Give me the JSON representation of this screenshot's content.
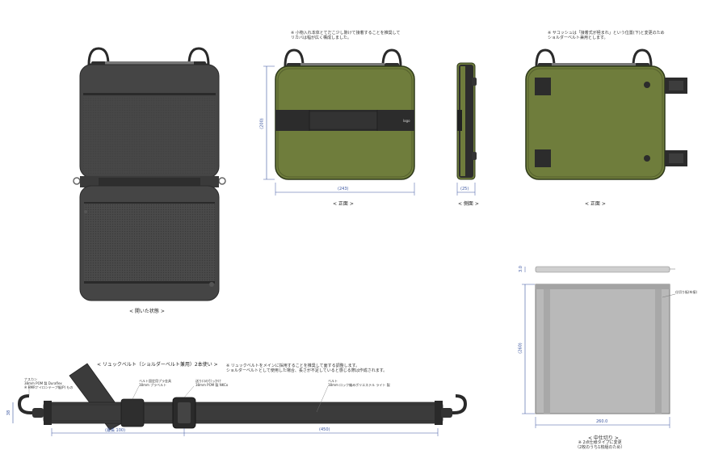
{
  "captions": {
    "open_view": "< 開いた状態 >",
    "front_view": "< 正面 >",
    "side_view": "< 側面 >",
    "back_view": "< 正面 >",
    "strap_title": "< リュックベルト（ショルダーベルト兼用）2本使い >",
    "divider_view": "< 中仕切り >"
  },
  "notes": {
    "front_note": "※ 小物入れ本体とてだこ少し隙けて接着することを推奨して\nリカバは幅が広く構成しました。",
    "back_note": "※ サコッシュは「接着式が極まれ」という位置(下)と変更のため\nショルダーベルト兼用とします。",
    "strap_note": "※ リュックベルトをメインに採用することを推奨して面する調整します。\nショルダーベルトとして使用した場合、長さが不足していると感じる際は作成されます。",
    "divider_note": "※ 2点仕様タイプに変更\n（2枚のうち1枚組のため）"
  },
  "logo_text": "logo",
  "dimensions": {
    "front_height": "(200)",
    "front_width": "(243)",
    "side_width": "(25)",
    "divider_height": "(260)",
    "divider_width": "260.0",
    "divider_thickness": "3.0",
    "strap_height": "38",
    "strap_min": "(最長 100)",
    "strap_length": "(450)"
  },
  "strap_labels": {
    "hook": "ナスカン\n38mm POM 製 Duraflex\n※ HMRナイロンテープ幅(P) もの",
    "buckle": "ベルト固定用プラ金具\n38mm プラベルト",
    "adjuster": "送り口の引っかけ\n38mm POM 製 NKCo",
    "belt": "ベルト\n38mm ロック編みポリエステル ライト 製"
  },
  "divider_label": "仕切り板(布接)",
  "colors": {
    "olive": "#6f7d3c",
    "dark": "#3f3f3f",
    "dim_line": "#3a55a0"
  }
}
